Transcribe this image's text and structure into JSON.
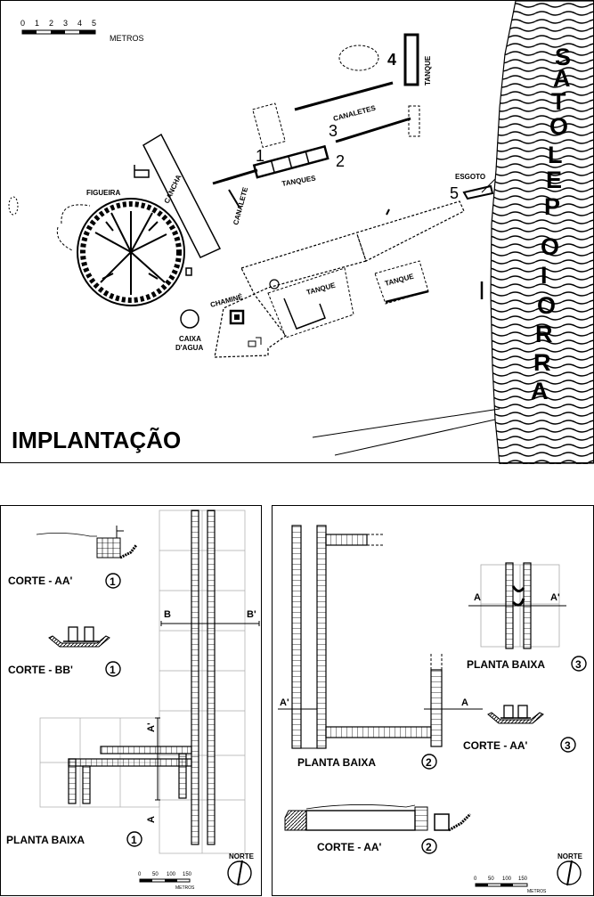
{
  "site_plan": {
    "title": "IMPLANTAÇÃO",
    "scale_ticks": [
      "0",
      "1",
      "2",
      "3",
      "4",
      "5"
    ],
    "scale_unit": "METROS",
    "river": [
      "A",
      "R",
      "R",
      "O",
      "I",
      "O",
      " ",
      "P",
      "E",
      "L",
      "O",
      "T",
      "A",
      "S"
    ],
    "labels": {
      "tanque_top": "TANQUE",
      "canaletes": "CANALETES",
      "tanques": "TANQUES",
      "canalete": "CANALETE",
      "cancha": "CANCHA",
      "figueira": "FIGUEIRA",
      "esgoto": "ESGOTO",
      "chamine": "CHAMINÉ",
      "caixa1": "CAIXA",
      "caixa2": "D'AGUA",
      "tanque_mid": "TANQUE",
      "tanque_right": "TANQUE"
    },
    "numbers": [
      "1",
      "2",
      "3",
      "4",
      "5"
    ]
  },
  "detail_left": {
    "corte_aa": "CORTE - AA'",
    "corte_bb": "CORTE - BB'",
    "planta": "PLANTA BAIXA",
    "num": "1",
    "section_b": "B",
    "section_b2": "B'",
    "section_a": "A",
    "section_a2": "A'",
    "norte": "NORTE",
    "scale_ticks": [
      "0",
      "50",
      "100",
      "150"
    ],
    "scale_unit": "METROS"
  },
  "detail_right": {
    "planta2": "PLANTA BAIXA",
    "num2": "2",
    "corte_aa2": "CORTE - AA'",
    "planta3": "PLANTA BAIXA",
    "num3": "3",
    "corte_aa3": "CORTE - AA'",
    "section_a": "A",
    "section_a2": "A'",
    "norte": "NORTE",
    "scale_ticks": [
      "0",
      "50",
      "100",
      "150"
    ],
    "scale_unit": "METROS"
  }
}
